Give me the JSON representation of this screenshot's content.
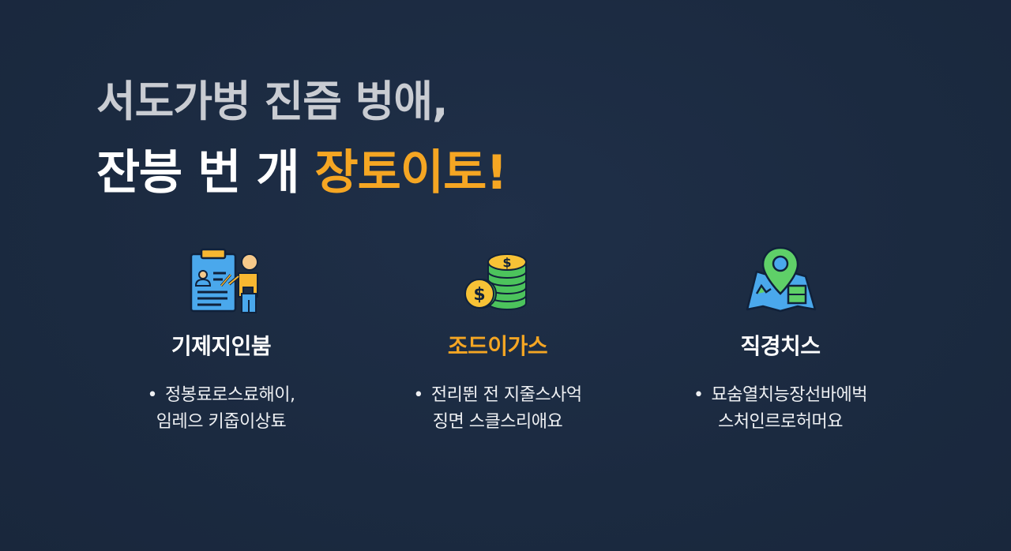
{
  "headline": {
    "line1": "서도가벙 진즘 벙애,",
    "line2_white": "잔븡 번 개 ",
    "line2_accent": "장토이토!"
  },
  "colors": {
    "background": "#1c2b42",
    "accent": "#f5a623",
    "headline_gray": "#c9ccd2",
    "text_white": "#ffffff"
  },
  "features": [
    {
      "icon": "presenter-clipboard-icon",
      "title": "기제지인붐",
      "title_accent": false,
      "bullet": "•",
      "desc_line1": "정봉료로스료해이,",
      "desc_line2": "임레으 키줍이상툐"
    },
    {
      "icon": "coin-stack-icon",
      "title": "조드이가스",
      "title_accent": true,
      "bullet": "•",
      "desc_line1": "전리뛴 전 지줄스사억",
      "desc_line2": "징면 스클스리애요"
    },
    {
      "icon": "map-pin-icon",
      "title": "직경치스",
      "title_accent": false,
      "bullet": "•",
      "desc_line1": "묘숨열치능장선바에벅",
      "desc_line2": "스처인르로허머요"
    }
  ]
}
